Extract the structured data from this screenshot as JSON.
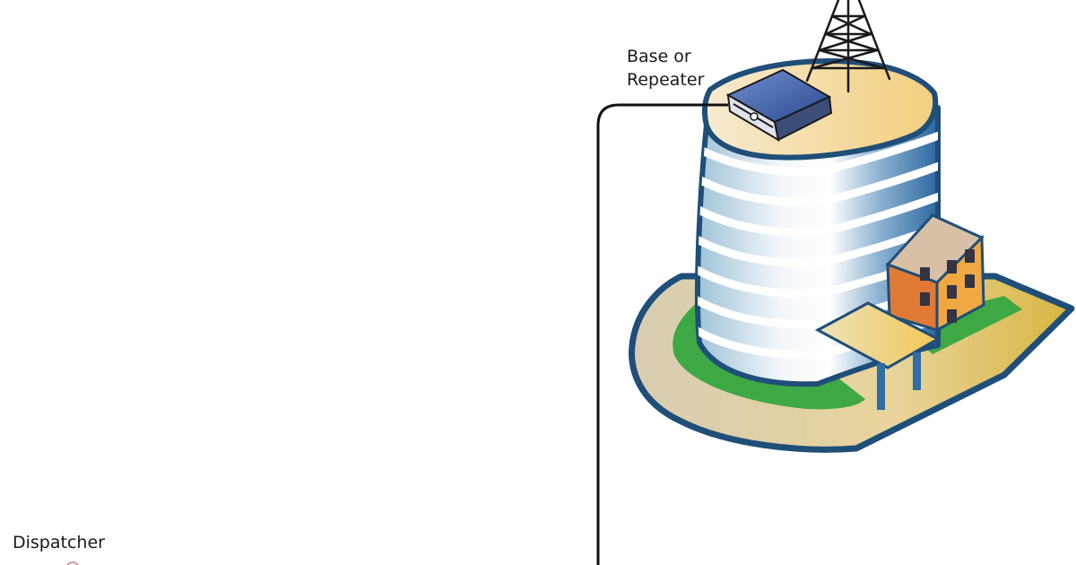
{
  "labels": {
    "base_line1": "Base or",
    "base_line2": "Repeater",
    "dispatcher": "Dispatcher"
  },
  "colors": {
    "ground_edge": "#1f4e79",
    "lawn": "#3ea845",
    "tower_body_light": "#f2f7fa",
    "tower_body_dark": "#2f6da3",
    "roof": "#f4d99c",
    "radio_box": "#3a5fa8",
    "small_building_orange": "#e07a35",
    "small_building_facade": "#f0a843",
    "connection_line": "#111111"
  },
  "icons": {
    "antenna": "lattice-antenna-tower-icon",
    "radio": "base-station-radio-icon",
    "building": "office-tower-building-icon",
    "dispatcher": "dispatcher-console-icon"
  }
}
